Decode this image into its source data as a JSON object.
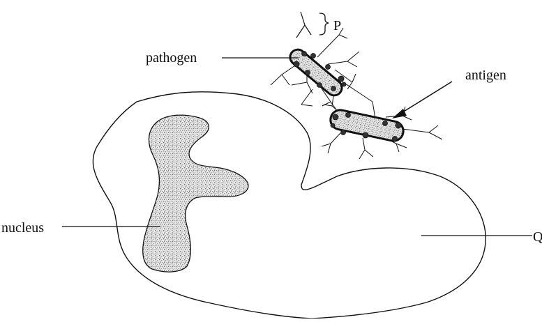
{
  "labels": {
    "p": "P",
    "pathogen": "pathogen",
    "antigen": "antigen",
    "nucleus": "nucleus",
    "q": "Q"
  },
  "colors": {
    "ink": "#111111",
    "stipple": "#9a9a9a",
    "stipple_dark": "#6e6e6e",
    "fill_light": "#e4e4e4",
    "background": "#ffffff"
  }
}
